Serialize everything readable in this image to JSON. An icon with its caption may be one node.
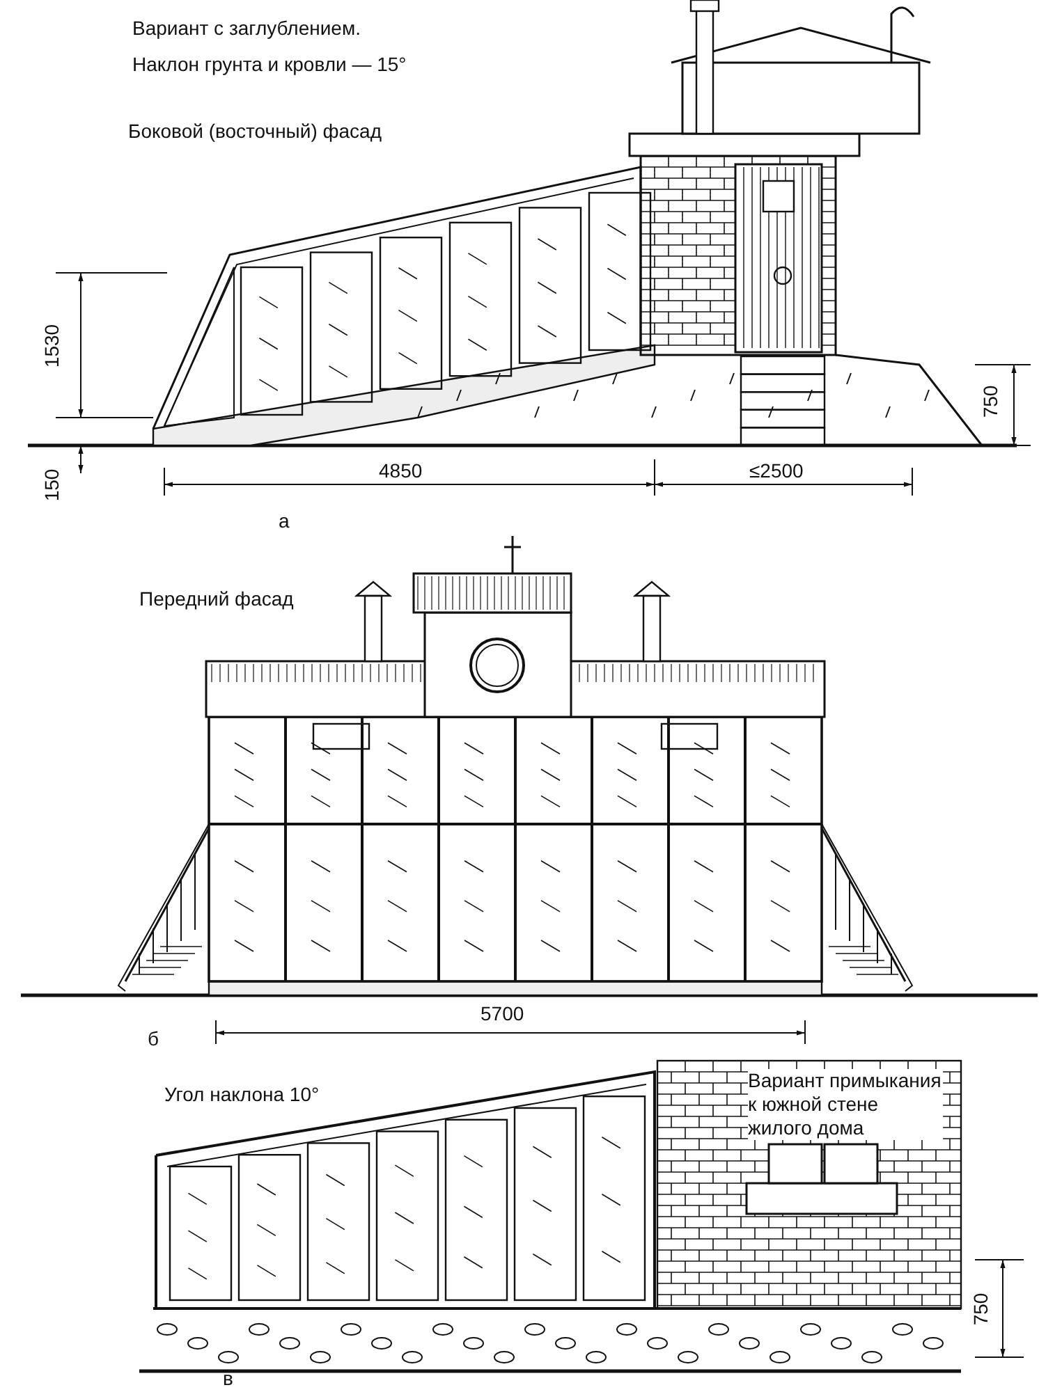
{
  "diagram": {
    "labels": [
      "Вариант с заглублением.",
      "Наклон грунта и кровли — 15°",
      "Боковой (восточный) фасад",
      "1530",
      "150",
      "750",
      "4850",
      "≤2500",
      "а",
      "Передний фасад",
      "б",
      "5700",
      "Угол наклона 10°",
      "Вариант примыкания к южной стене жилого дома",
      "750",
      "в"
    ]
  }
}
